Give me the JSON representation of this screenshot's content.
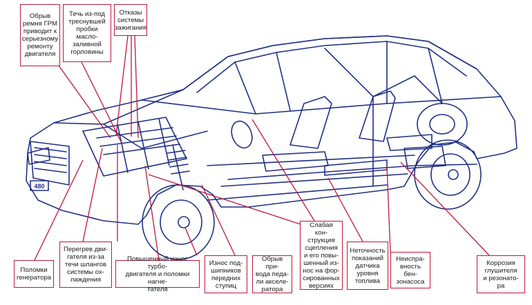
{
  "callouts": {
    "belt": "Обрыв\nремня ГРМ\nприводит к\nсерьезному\nремонту\nдвигателя",
    "oil_cap": "Течь из-под\nтреснувшей\nпробки\nмасло-\nзаливной\nгорловины",
    "ignition": "Отказы\nсистемы\nзажигания",
    "generator": "Поломки\nгенератора",
    "overheat": "Перегрев дви-\nгателя из-за\nтечи шлангов\nсистемы ох-\nлаждения",
    "turbo": "Повышенный износ турбо-\nдвигателя и поломки нагне-\nтателя",
    "hub": "Износ под-\nшипников\nпередних\nступиц",
    "accel": "Обрыв при-\nвода педа-\nли акселе-\nратора",
    "clutch": "Слабая кон-\nструкция\nсцепления\nи его повы-\nшенный из-\nнос на фор-\nсированных\nверсиях",
    "fuel_sensor": "Неточность\nпоказаний\nдатчика\nуровня\nтоплива",
    "fuel_pump": "Неиспра-\nвность бен-\nзонасоса",
    "muffler": "Коррозия\nглушителя\nи резонато-\nра"
  },
  "car": {
    "plate": "480"
  },
  "colors": {
    "callout_line": "#c0163a",
    "drawing_ink": "#1f2f86"
  }
}
